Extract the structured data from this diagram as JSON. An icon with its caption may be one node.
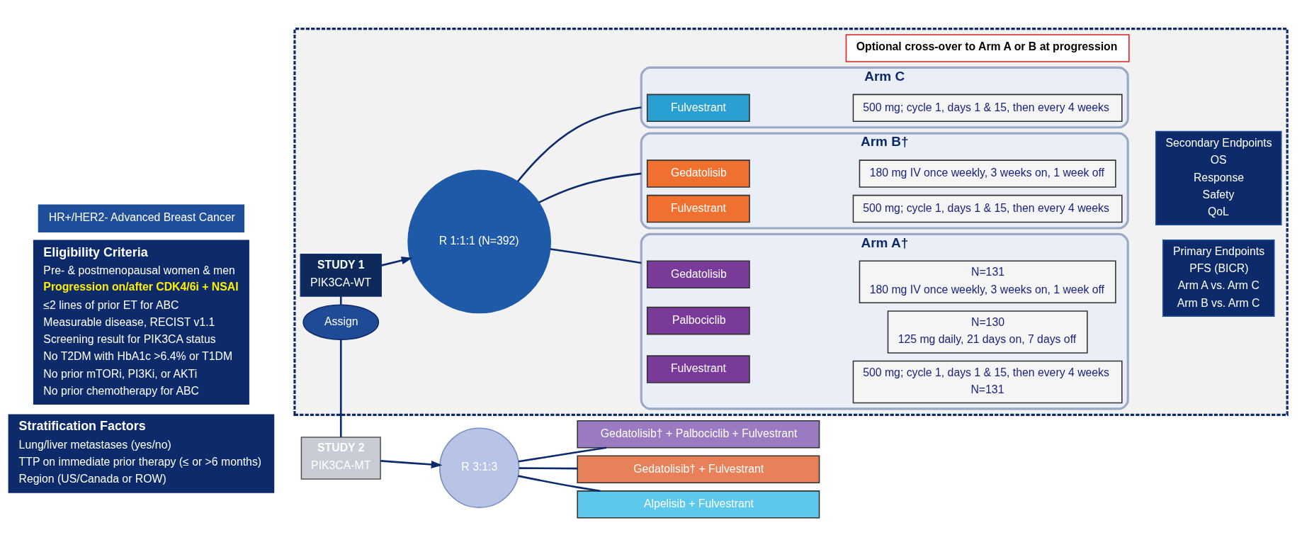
{
  "diagram": {
    "nodes": [
      {
        "text": [
          "HR+/HER2- Advanced Breast Cancer"
        ]
      },
      {
        "text": [
          "Eligibility Criteria",
          "Pre- & postmenopausal women & men",
          "Progression on/after CDK4/6i + NSAI",
          "≤2 lines of prior ET for ABC",
          "Measurable disease, RECIST v1.1",
          "Screening result for PIK3CA status",
          "No T2DM with HbA1c >6.4% or T1DM",
          "No prior mTORi, PI3Ki, or AKTi",
          "No prior chemotherapy for ABC"
        ]
      },
      {
        "text": [
          "Stratification Factors",
          "Lung/liver metastases (yes/no)",
          "TTP on immediate prior therapy (≤ or >6 months)",
          "Region (US/Canada or ROW)"
        ]
      },
      {
        "text": [],
        "shape": "box"
      },
      {
        "text": [
          "STUDY 1",
          "PIK3CA-WT"
        ],
        "in": 3
      },
      {
        "text": [
          "R 1:1:1 (N=392)"
        ],
        "in": 3
      },
      {
        "text": [
          "Arm A†"
        ],
        "in": 3
      },
      {
        "text": [
          "Gedatolisib"
        ],
        "in": 6
      },
      {
        "text": [
          "N=131",
          "180 mg IV once weekly, 3 weeks on, 1 week off"
        ],
        "in": 6
      },
      {
        "text": [
          "Palbociclib"
        ],
        "in": 6
      },
      {
        "text": [
          "N=130",
          "125 mg daily, 21 days on, 7 days off"
        ],
        "in": 6
      },
      {
        "text": [
          "Fulvestrant"
        ],
        "in": 6
      },
      {
        "text": [
          "500 mg; cycle 1, days 1 & 15, then every 4 weeks",
          "N=131"
        ],
        "in": 6
      },
      {
        "text": [
          "Arm B†"
        ],
        "in": 3
      },
      {
        "text": [
          "Gedatolisib"
        ],
        "in": 13
      },
      {
        "text": [
          "180 mg IV once weekly, 3 weeks on, 1 week off"
        ],
        "in": 13
      },
      {
        "text": [
          "Fulvestrant"
        ],
        "in": 13
      },
      {
        "text": [
          "500 mg; cycle 1, days 1 & 15, then every 4 weeks"
        ],
        "in": 13
      },
      {
        "text": [
          "Arm C"
        ],
        "in": 3
      },
      {
        "text": [
          "Fulvestrant"
        ],
        "in": 18
      },
      {
        "text": [
          "500 mg; cycle 1, days 1 & 15, then every 4 weeks"
        ],
        "in": 18
      },
      {
        "text": [
          "Optional cross-over to Arm A or B at progression"
        ],
        "in": 3
      },
      {
        "text": [
          "Primary Endpoints",
          "PFS (BICR)",
          "Arm A vs. Arm C",
          "Arm B vs. Arm C"
        ],
        "in": 3
      },
      {
        "text": [
          "Secondary Endpoints",
          "OS",
          "Response",
          "Safety",
          "QoL"
        ],
        "in": 3
      },
      {
        "text": [
          "Assign"
        ],
        "in": 3
      },
      {
        "text": [
          "STUDY 2",
          "PIK3CA-MT"
        ]
      },
      {
        "text": [
          "R 3:1:3"
        ]
      },
      {
        "text": [
          "Gedatolisib† + Palbociclib + Fulvestrant"
        ]
      },
      {
        "text": [
          "Gedatolisib† + Fulvestrant"
        ]
      },
      {
        "text": [
          "Alpelisib + Fulvestrant"
        ]
      }
    ],
    "edges": [
      {
        "from": 4,
        "to": 5,
        "arrow": "to"
      },
      {
        "from": 5,
        "to": 6,
        "arrow": "none"
      },
      {
        "from": 5,
        "to": 13,
        "arrow": "none"
      },
      {
        "from": 5,
        "to": 18,
        "arrow": "none"
      },
      {
        "from": 4,
        "to": 24,
        "arrow": "none"
      },
      {
        "from": 24,
        "to": 25,
        "arrow": "none"
      },
      {
        "from": 25,
        "to": 26,
        "arrow": "to"
      },
      {
        "from": 26,
        "to": 27,
        "arrow": "none"
      },
      {
        "from": 26,
        "to": 28,
        "arrow": "none"
      },
      {
        "from": 26,
        "to": 29,
        "arrow": "none"
      }
    ]
  }
}
